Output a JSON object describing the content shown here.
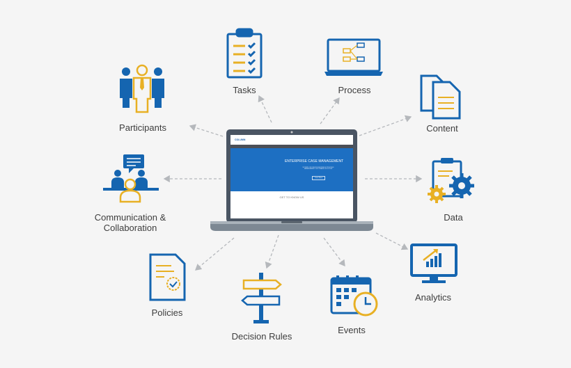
{
  "colors": {
    "primary": "#1565b0",
    "accent": "#e8b024",
    "text": "#3d3d3d",
    "laptop": "#4a5563",
    "arrow": "#b5b8bc",
    "background": "#f5f5f5"
  },
  "center": {
    "device": "laptop",
    "screen": {
      "logo": "COLUMN",
      "hero_title": "ENTERPRISE CASE MANAGEMENT",
      "hero_subtitle": "WORKFLOW DRIVEN BUSINESS PROCESS MANAGEMENT SOFTWARE SOLUTION",
      "hero_button": "Learn More",
      "section_title": "GET TO KNOW US"
    }
  },
  "nodes": [
    {
      "label": "Tasks",
      "icon": "clipboard-checklist-icon"
    },
    {
      "label": "Process",
      "icon": "laptop-flowchart-icon"
    },
    {
      "label": "Participants",
      "icon": "people-group-icon"
    },
    {
      "label": "Content",
      "icon": "documents-icon"
    },
    {
      "label": "Communication & Collaboration",
      "line1": "Communication &",
      "line2": "Collaboration",
      "icon": "meeting-chat-icon"
    },
    {
      "label": "Data",
      "icon": "clipboard-gears-icon"
    },
    {
      "label": "Policies",
      "icon": "certificate-document-icon"
    },
    {
      "label": "Decision Rules",
      "icon": "signpost-icon"
    },
    {
      "label": "Events",
      "icon": "calendar-clock-icon"
    },
    {
      "label": "Analytics",
      "icon": "monitor-chart-icon"
    }
  ]
}
